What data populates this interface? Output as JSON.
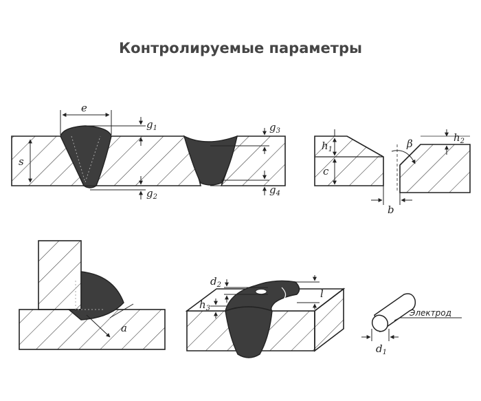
{
  "title": "Контролируемые параметры",
  "labels": {
    "e": "e",
    "s": "s",
    "g1": "g",
    "g1_sub": "1",
    "g2": "g",
    "g2_sub": "2",
    "g3": "g",
    "g3_sub": "3",
    "g4": "g",
    "g4_sub": "4",
    "h1": "h",
    "h1_sub": "1",
    "c": "c",
    "beta": "β",
    "h2": "h",
    "h2_sub": "2",
    "b": "b",
    "a": "a",
    "d2": "d",
    "d2_sub": "2",
    "h3": "h",
    "h3_sub": "3",
    "l": "l",
    "d1": "d",
    "d1_sub": "1",
    "electrode": "Электрод"
  }
}
